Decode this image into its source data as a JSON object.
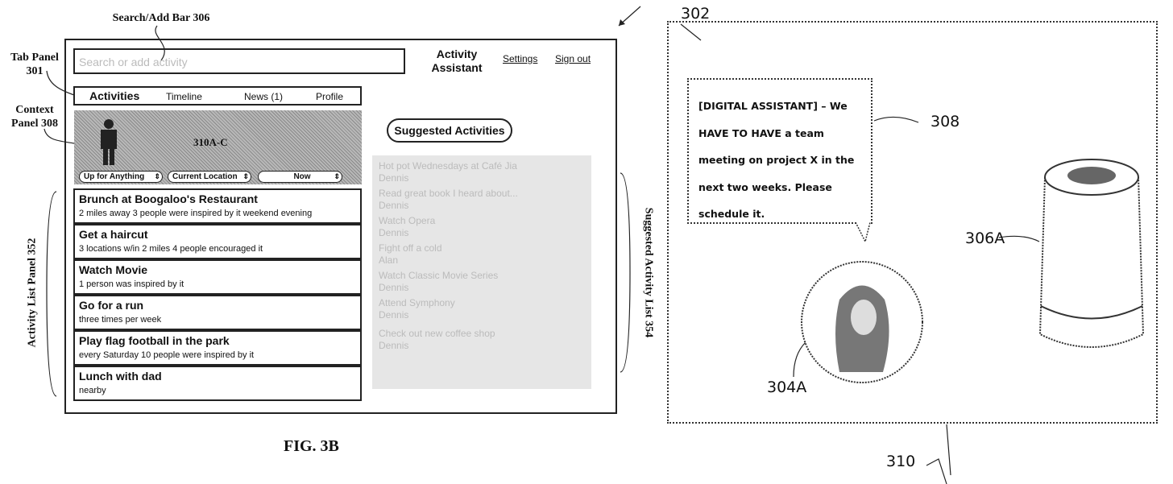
{
  "labels": {
    "search_bar": "Search/Add Bar 306",
    "tab_panel": "Tab Panel 301",
    "context_panel": "Context Panel 308",
    "selectors": "310A-C",
    "activity_list": "Activity List Panel 352",
    "suggested_list": "Suggested Activity List 354",
    "figure": "FIG. 3B",
    "ref_302": "302",
    "ref_308": "308",
    "ref_306a": "306A",
    "ref_304a": "304A",
    "ref_310": "310"
  },
  "app": {
    "search_placeholder": "Search or add activity",
    "title": "Activity Assistant",
    "settings": "Settings",
    "signout": "Sign out"
  },
  "tabs": [
    "Activities",
    "Timeline",
    "News (1)",
    "Profile"
  ],
  "selectors": [
    "Up for Anything",
    "Current Location",
    "Now"
  ],
  "activities": [
    {
      "title": "Brunch at Boogaloo's Restaurant",
      "detail": "2 miles away   3 people were inspired by it   weekend evening"
    },
    {
      "title": "Get a haircut",
      "detail": "3 locations w/in 2 miles   4 people encouraged it"
    },
    {
      "title": "Watch Movie",
      "detail": "1 person was inspired by it"
    },
    {
      "title": "Go for a run",
      "detail": "three times per week"
    },
    {
      "title": "Play flag football in the park",
      "detail": "every Saturday   10 people were inspired by it"
    },
    {
      "title": "Lunch with dad",
      "detail": "nearby"
    }
  ],
  "suggested_title": "Suggested Activities",
  "suggested": [
    {
      "title": "Hot pot Wednesdays at Café Jia",
      "by": "Dennis"
    },
    {
      "title": "Read great book I heard about...",
      "by": "Dennis"
    },
    {
      "title": "Watch Opera",
      "by": "Dennis"
    },
    {
      "title": "Fight off a cold",
      "by": "Alan"
    },
    {
      "title": "Watch Classic Movie Series",
      "by": "Dennis"
    },
    {
      "title": "Attend Symphony",
      "by": "Dennis"
    },
    {
      "title": "Check out new coffee shop",
      "by": "Dennis"
    }
  ],
  "bubble_text": "[DIGITAL ASSISTANT] – We HAVE TO HAVE a team meeting on project X in the next two weeks. Please schedule it."
}
